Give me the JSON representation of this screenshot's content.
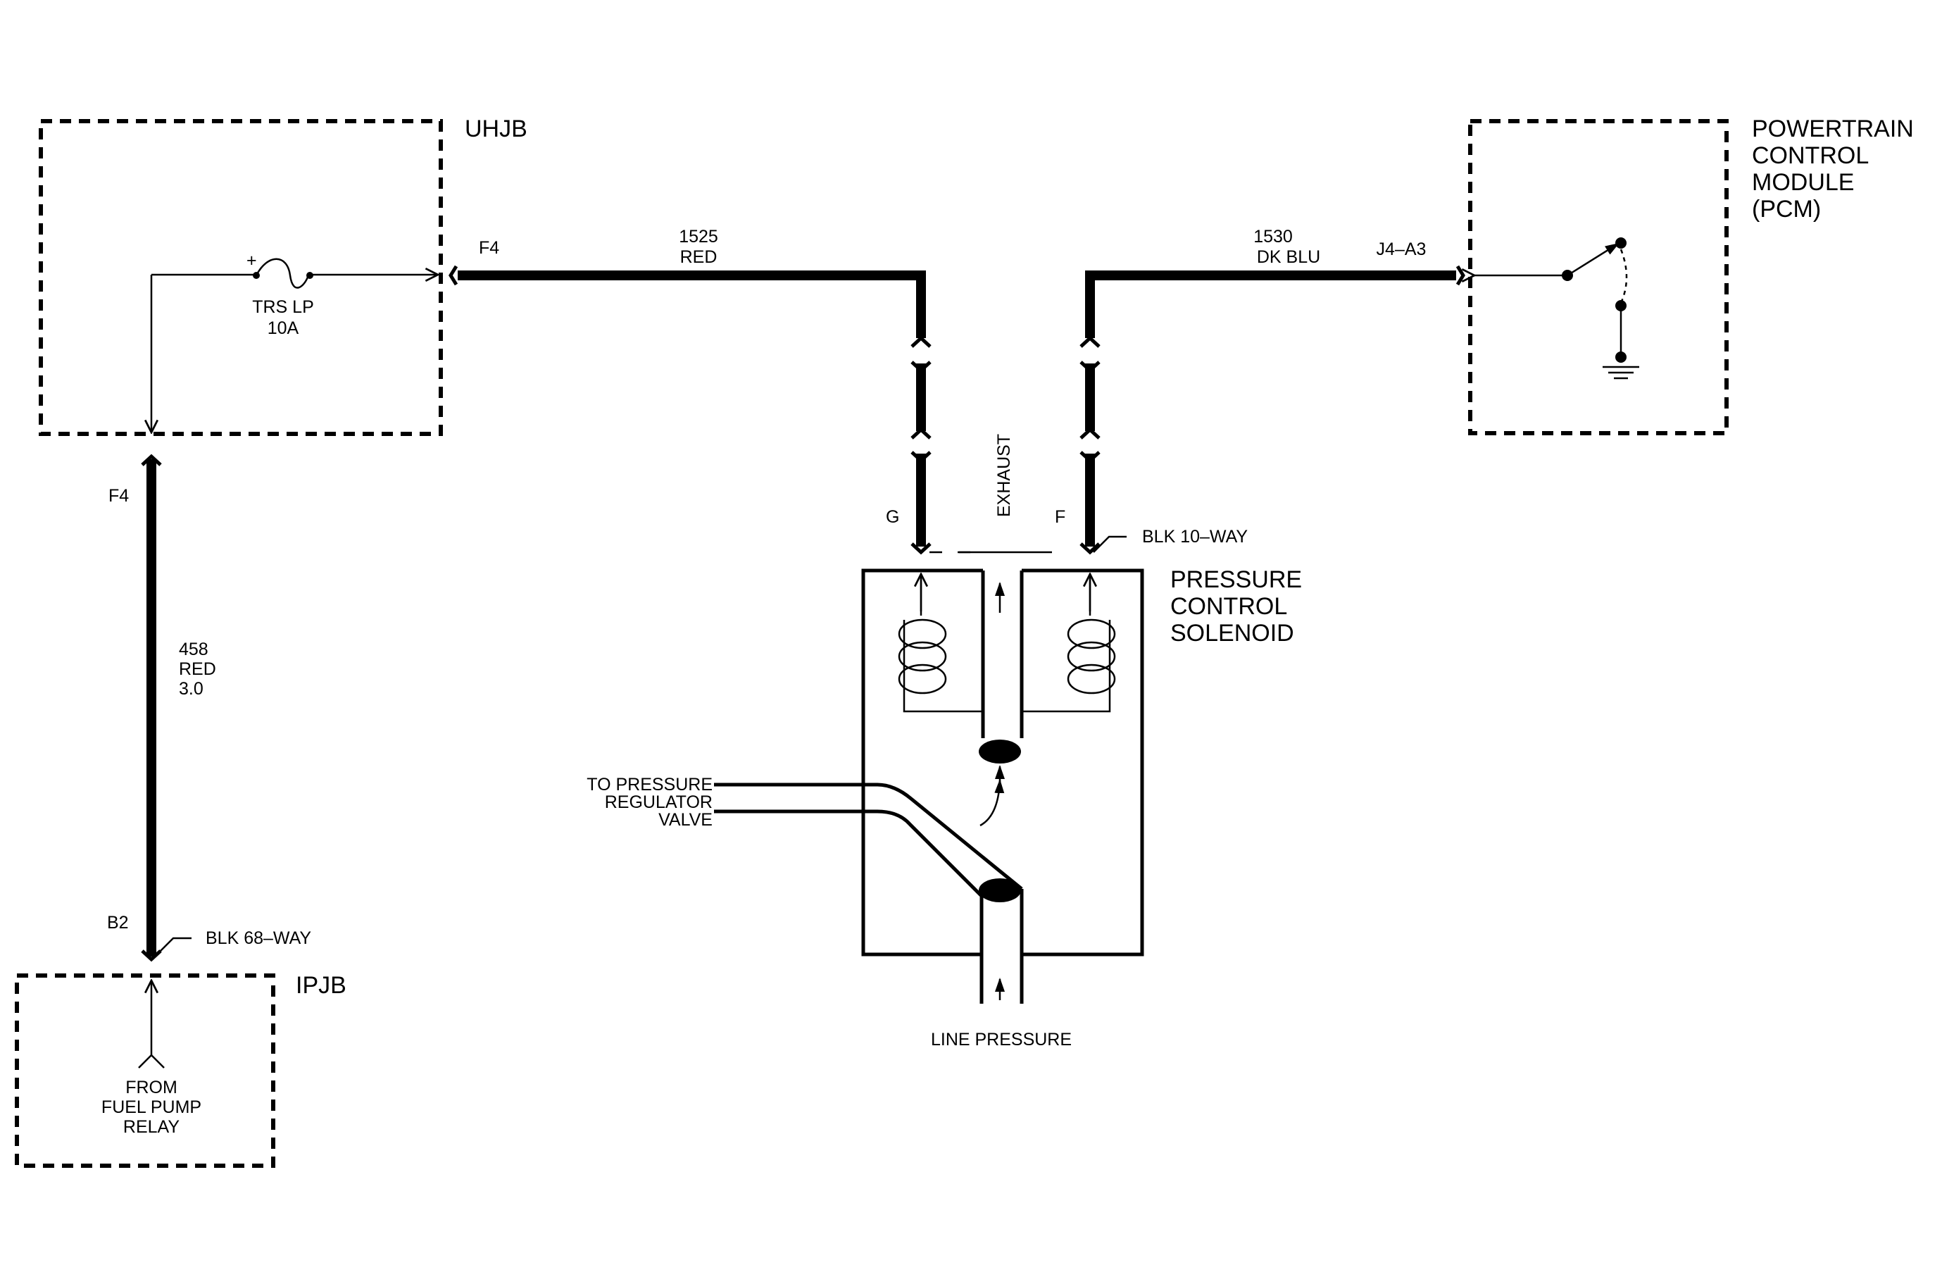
{
  "components": {
    "uhjb": "UHJB",
    "ipjb": "IPJB",
    "pcm": [
      "POWERTRAIN",
      "CONTROL",
      "MODULE",
      "(PCM)"
    ],
    "solenoid": [
      "PRESSURE",
      "CONTROL",
      "SOLENOID"
    ]
  },
  "fuse": {
    "polarity": "+",
    "name": "TRS LP",
    "rating": "10A"
  },
  "terminals": {
    "uhjb_out": "F4",
    "uhjb_down": "F4",
    "ipjb_in": "B2",
    "pcm_in": "J4–A3",
    "solenoid_g": "G",
    "solenoid_f": "F"
  },
  "wires": {
    "w1525": {
      "circuit": "1525",
      "color": "RED"
    },
    "w1530": {
      "circuit": "1530",
      "color": "DK BLU"
    },
    "w458": {
      "circuit": "458",
      "color": "RED",
      "size": "3.0"
    }
  },
  "connectors": {
    "c68": "BLK  68–WAY",
    "c10": "BLK  10–WAY"
  },
  "hydraulics": {
    "exhaust": "EXHAUST",
    "to_regulator": [
      "TO PRESSURE",
      "REGULATOR",
      "VALVE"
    ],
    "line_pressure": "LINE PRESSURE"
  },
  "source": [
    "FROM",
    "FUEL PUMP",
    "RELAY"
  ]
}
